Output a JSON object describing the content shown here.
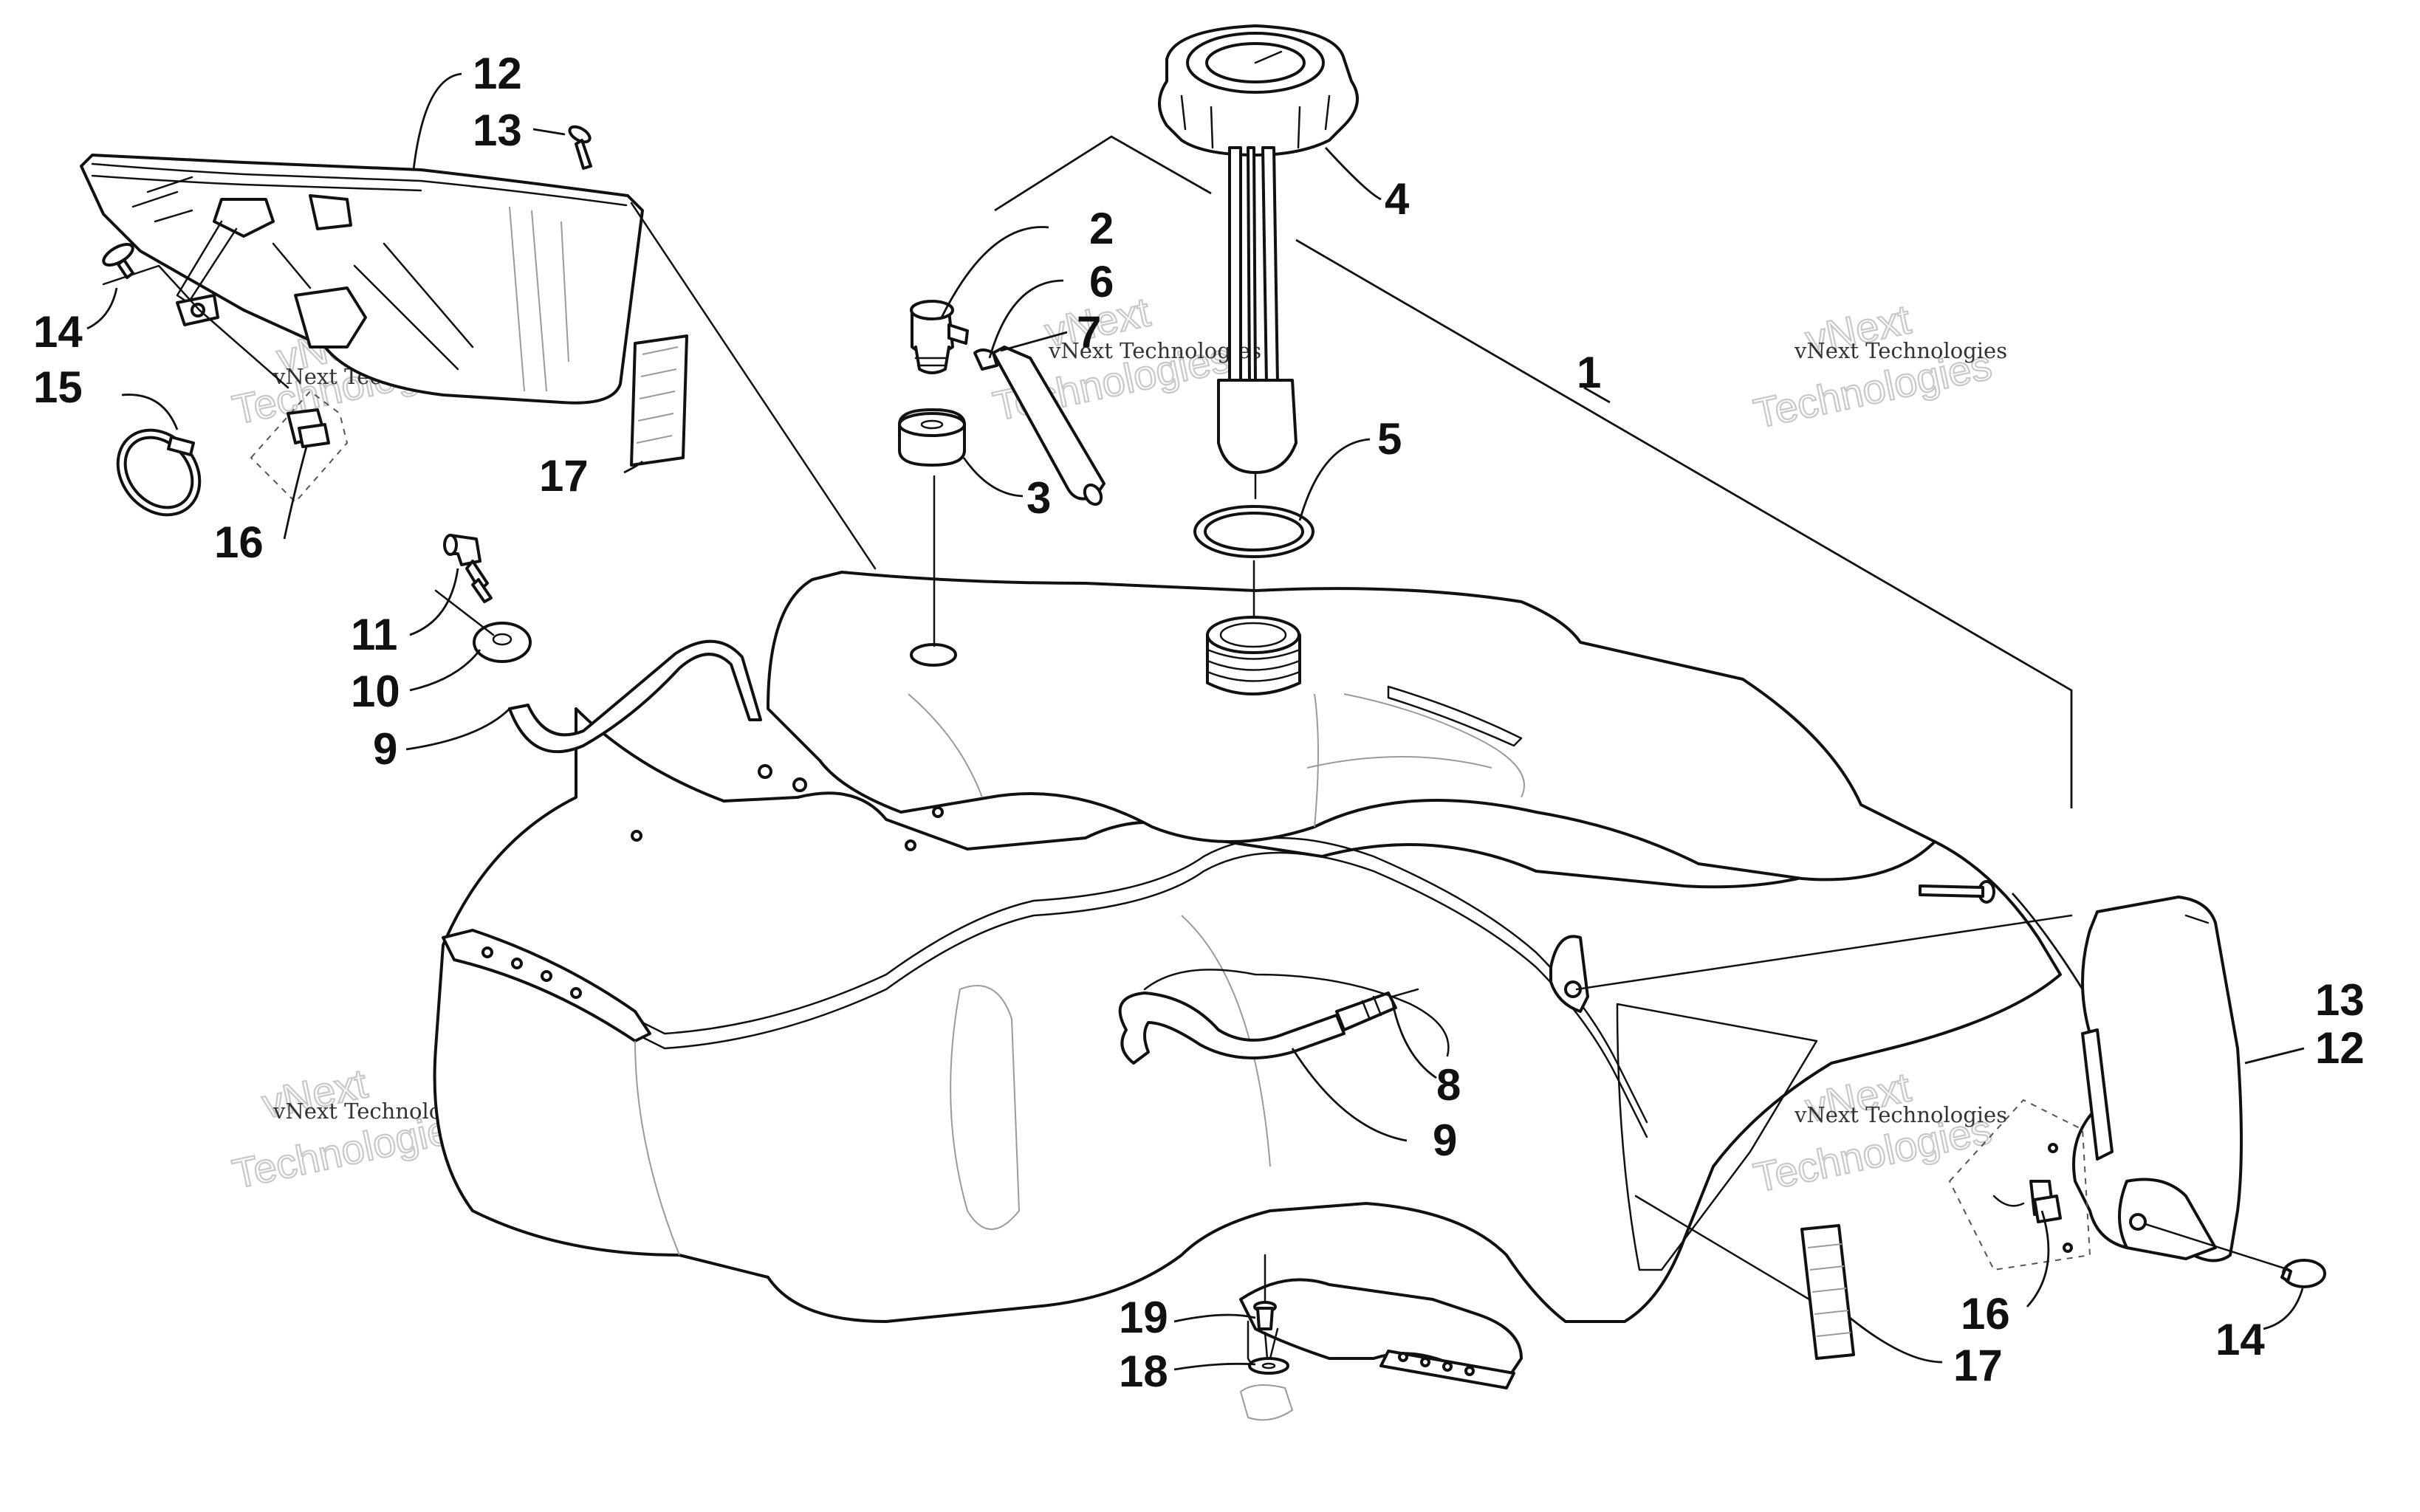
{
  "callouts": {
    "c1": "1",
    "c2": "2",
    "c3": "3",
    "c4": "4",
    "c5": "5",
    "c6": "6",
    "c7": "7",
    "c8": "8",
    "c9a": "9",
    "c9b": "9",
    "c10": "10",
    "c11": "11",
    "c12a": "12",
    "c12b": "12",
    "c13a": "13",
    "c13b": "13",
    "c14a": "14",
    "c14b": "14",
    "c15": "15",
    "c16a": "16",
    "c16b": "16",
    "c17a": "17",
    "c17b": "17",
    "c18": "18",
    "c19": "19"
  },
  "watermark": {
    "line1": "vNext",
    "line2": "Technologies",
    "full": "vNext Technologies"
  }
}
